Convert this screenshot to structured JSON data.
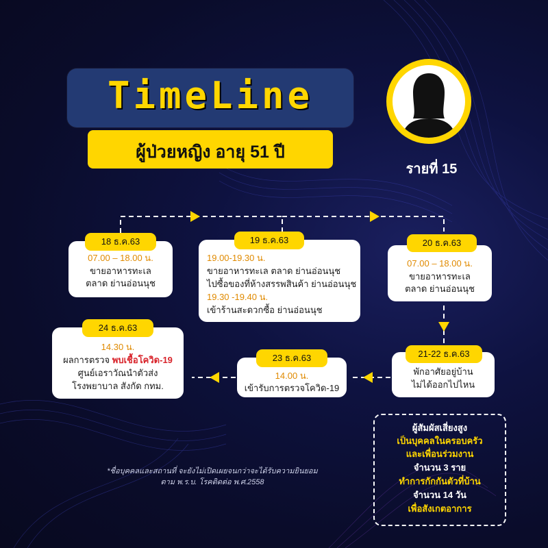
{
  "title": "TimeLine",
  "subtitle": "ผู้ป่วยหญิง อายุ 51 ปี",
  "avatar_icon": "person-silhouette-icon",
  "case_label": "รายที่ 15",
  "colors": {
    "accent": "#ffd600",
    "background": "#0a0c2a",
    "title_box": "#233a73",
    "highlight_red": "#d8232a",
    "time_orange": "#e08a00"
  },
  "events": [
    {
      "date": "18 ธ.ค.63",
      "time": "07.00 – 18.00 น.",
      "lines": [
        "ขายอาหารทะเล",
        "ตลาด ย่านอ่อนนุช"
      ]
    },
    {
      "date": "19 ธ.ค.63",
      "time1": "19.00-19.30 น.",
      "lines1": [
        "ขายอาหารทะเล ตลาด ย่านอ่อนนุช",
        "ไปซื้อของที่ห้างสรรพสินค้า ย่านอ่อนนุช"
      ],
      "time2": "19.30 -19.40 น.",
      "lines2": [
        "เข้าร้านสะดวกซื้อ ย่านอ่อนนุช"
      ]
    },
    {
      "date": "20 ธ.ค.63",
      "time": "07.00 – 18.00 น.",
      "lines": [
        "ขายอาหารทะเล",
        "ตลาด ย่านอ่อนนุช"
      ]
    },
    {
      "date": "21-22 ธ.ค.63",
      "lines": [
        "พักอาศัยอยู่บ้าน",
        "ไม่ได้ออกไปไหน"
      ]
    },
    {
      "date": "23 ธ.ค.63",
      "time": "14.00 น.",
      "lines": [
        "เข้ารับการตรวจโควิด-19"
      ]
    },
    {
      "date": "24 ธ.ค.63",
      "time": "14.30 น.",
      "result_prefix": "ผลการตรวจ ",
      "result_highlight": "พบเชื้อโควิด-19",
      "lines": [
        "ศูนย์เอราวัณนำตัวส่ง",
        "โรงพยาบาล สังกัด กทม."
      ]
    }
  ],
  "contacts": {
    "line1": "ผู้สัมผัสเสี่ยงสูง",
    "line2": "เป็นบุคคลในครอบครัว",
    "line3": "และเพื่อนร่วมงาน",
    "line4": "จำนวน 3 ราย",
    "line5": "ทำการกักกันตัวที่บ้าน",
    "line6": "จำนวน 14 วัน",
    "line7": "เพื่อสังเกตอาการ"
  },
  "footnote": {
    "line1": "*ชื่อบุคคลและสถานที่ จะยังไม่เปิดเผยจนกว่าจะได้รับความยินยอม",
    "line2": "ตาม พ.ร.บ. โรคติดต่อ พ.ศ.2558"
  }
}
